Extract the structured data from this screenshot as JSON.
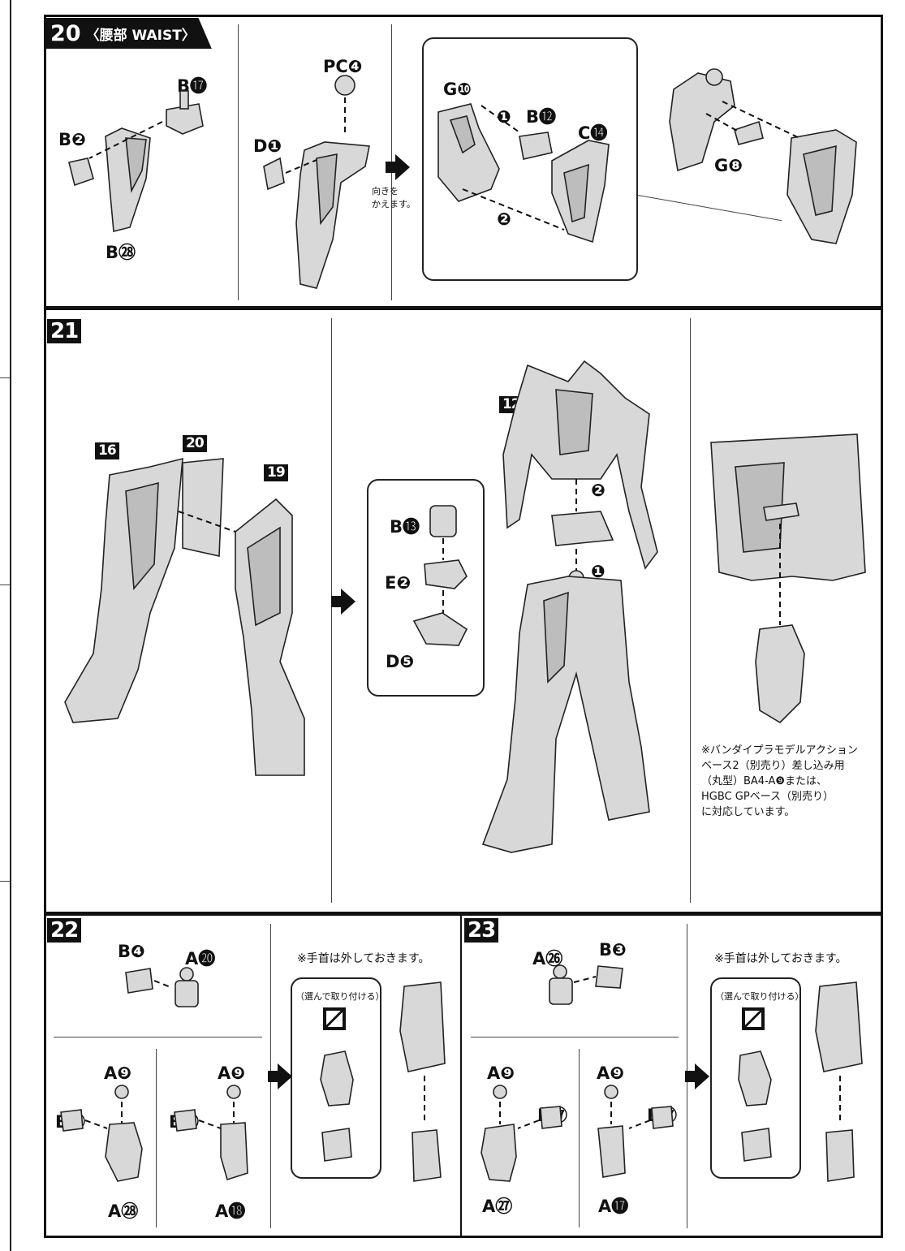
{
  "step20": {
    "number": "20",
    "title": "〈腰部 WAIST〉",
    "labels": [
      "B⓱",
      "B❷",
      "B㉘",
      "PC❹",
      "D❶",
      "G❿",
      "B⓬",
      "C⓮",
      "G❽"
    ],
    "turn_note": "向きを\nかえます。",
    "order_marks": [
      "❶",
      "❷"
    ]
  },
  "step21": {
    "number": "21",
    "subassembly_refs": [
      "16",
      "20",
      "19",
      "12"
    ],
    "labels": [
      "B⓭",
      "E❷",
      "D❺"
    ],
    "order_marks": [
      "❷",
      "❶"
    ],
    "base_note": "※バンダイプラモデルアクション\nベース2（別売り）差し込み用\n（丸型）BA4-A❾または、\nHGBC GPベース（別売り）\nに対応しています。"
  },
  "step22": {
    "number": "22",
    "labels_top": [
      "B❹",
      "A⓴"
    ],
    "left_hand_a": [
      "A❾",
      "B㉑",
      "A㉘"
    ],
    "left_hand_b": [
      "A❾",
      "B㉑",
      "A⓲"
    ],
    "wrist_note": "※手首は外しておきます。",
    "choose_note": "（選んで取り付ける）"
  },
  "step23": {
    "number": "23",
    "labels_top": [
      "A㉖",
      "B❸"
    ],
    "right_hand_a": [
      "A❾",
      "B㉗",
      "A㉗"
    ],
    "right_hand_b": [
      "A❾",
      "B㉗",
      "A⓱"
    ],
    "wrist_note": "※手首は外しておきます。",
    "choose_note": "（選んで取り付ける）"
  }
}
